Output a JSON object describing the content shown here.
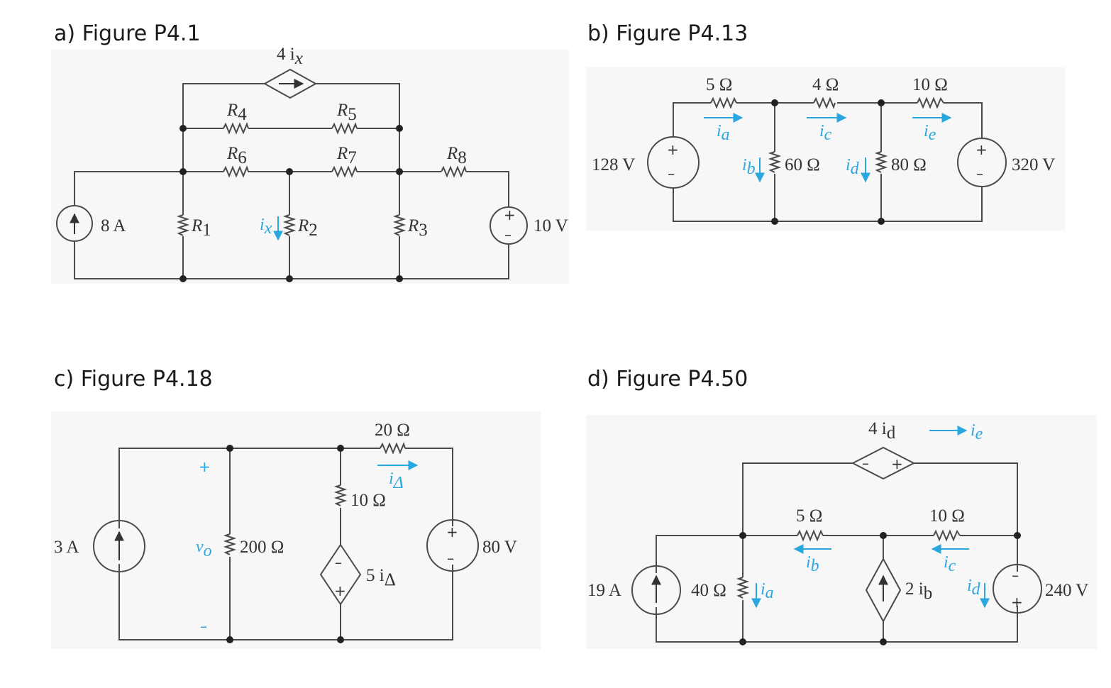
{
  "captions": {
    "a": "a) Figure P4.1",
    "b": "b) Figure P4.13",
    "c": "c) Figure P4.18",
    "d": "d) Figure P4.50"
  },
  "fig_a": {
    "dep_source": "4 i",
    "dep_source_sub": "x",
    "R4": "R",
    "R4_sub": "4",
    "R5": "R",
    "R5_sub": "5",
    "R6": "R",
    "R6_sub": "6",
    "R7": "R",
    "R7_sub": "7",
    "R8": "R",
    "R8_sub": "8",
    "R1": "R",
    "R1_sub": "1",
    "R2": "R",
    "R2_sub": "2",
    "R3": "R",
    "R3_sub": "3",
    "current_source": "8 A",
    "voltage_source": "10 V",
    "ix": "i",
    "ix_sub": "x"
  },
  "fig_b": {
    "r_5": "5 Ω",
    "r_4": "4 Ω",
    "r_10": "10 Ω",
    "r_60": "60 Ω",
    "r_80": "80 Ω",
    "v_left": "128 V",
    "v_right": "320 V",
    "ia": "i",
    "ia_sub": "a",
    "ib": "i",
    "ib_sub": "b",
    "ic": "i",
    "ic_sub": "c",
    "id": "i",
    "id_sub": "d",
    "ie": "i",
    "ie_sub": "e"
  },
  "fig_c": {
    "r_20": "20 Ω",
    "r_10": "10 Ω",
    "r_200": "200 Ω",
    "i_src": "3 A",
    "v_src": "80 V",
    "dep": "5 i",
    "dep_sub": "Δ",
    "iD": "i",
    "iD_sub": "Δ",
    "vo": "v",
    "vo_sub": "o"
  },
  "fig_d": {
    "dep_top": "4 i",
    "dep_top_sub": "d",
    "ie": "i",
    "ie_sub": "e",
    "r_5": "5 Ω",
    "r_10": "10 Ω",
    "r_40": "40 Ω",
    "ib": "i",
    "ib_sub": "b",
    "ic": "i",
    "ic_sub": "c",
    "ia": "i",
    "ia_sub": "a",
    "id": "i",
    "id_sub": "d",
    "i_src": "19 A",
    "v_src": "240 V",
    "dep_mid": "2 i",
    "dep_mid_sub": "b"
  }
}
